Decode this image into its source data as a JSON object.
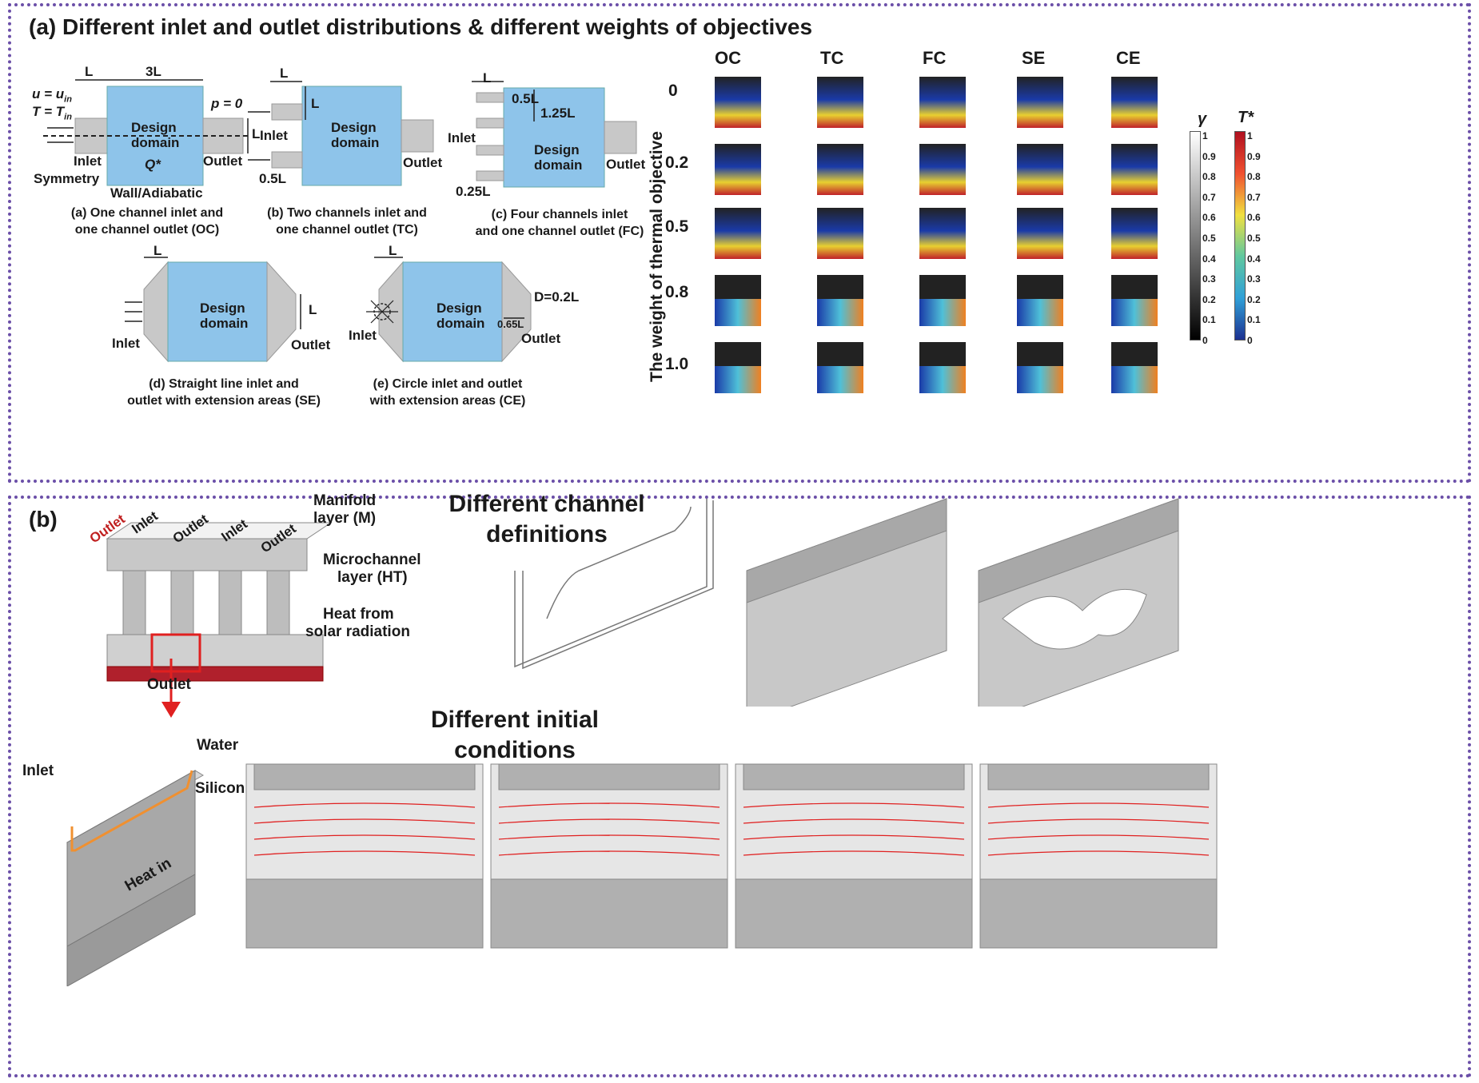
{
  "panel_a": {
    "title": "(a)  Different inlet and outlet distributions & different weights of objectives",
    "oc": {
      "len_L": "L",
      "len_3L": "3L",
      "len_L_right": "L",
      "inlet_u": "u = u",
      "inlet_u_sub": "in",
      "inlet_T": "T = T",
      "inlet_T_sub": "in",
      "p0": "p = 0",
      "domain1": "Design",
      "domain2": "domain",
      "q": "Q*",
      "inlet": "Inlet",
      "outlet": "Outlet",
      "symmetry": "Symmetry",
      "wall": "Wall/Adiabatic",
      "caption1": "(a) One channel inlet and",
      "caption2": "one channel outlet (OC)"
    },
    "tc": {
      "len_L": "L",
      "len_L_side": "L",
      "len_05L": "0.5L",
      "domain1": "Design",
      "domain2": "domain",
      "inlet": "Inlet",
      "outlet": "Outlet",
      "caption1": "(b) Two channels inlet and",
      "caption2": "one channel outlet (TC)"
    },
    "fc": {
      "len_L": "L",
      "len_05L": "0.5L",
      "len_125L": "1.25L",
      "len_025L": "0.25L",
      "domain1": "Design",
      "domain2": "domain",
      "inlet": "Inlet",
      "outlet": "Outlet",
      "caption1": "(c) Four channels inlet",
      "caption2": "and one channel outlet (FC)"
    },
    "se": {
      "len_L": "L",
      "len_L_side": "L",
      "domain1": "Design",
      "domain2": "domain",
      "inlet": "Inlet",
      "outlet": "Outlet",
      "caption1": "(d) Straight line inlet and",
      "caption2": "outlet with extension areas (SE)"
    },
    "ce": {
      "len_L": "L",
      "d_label": "D=0.2L",
      "len_065L": "0.65L",
      "domain1": "Design",
      "domain2": "domain",
      "inlet": "Inlet",
      "outlet": "Outlet",
      "caption1": "(e) Circle inlet and outlet",
      "caption2": "with extension areas (CE)"
    },
    "grid": {
      "columns": [
        "OC",
        "TC",
        "FC",
        "SE",
        "CE"
      ],
      "rows": [
        "0",
        "0.2",
        "0.5",
        "0.8",
        "1.0"
      ],
      "axis_label": "The weight of thermal objective"
    },
    "colorbars": {
      "gamma_symbol": "γ",
      "t_symbol": "T*",
      "gamma_ticks": [
        "1",
        "0.9",
        "0.8",
        "0.7",
        "0.6",
        "0.5",
        "0.4",
        "0.3",
        "0.2",
        "0.1",
        "0"
      ],
      "t_ticks": [
        "1",
        "0.9",
        "0.8",
        "0.7",
        "0.6",
        "0.5",
        "0.4",
        "0.3",
        "0.2",
        "0.1",
        "0"
      ]
    }
  },
  "panel_b": {
    "title": "(b)",
    "heat_sink": {
      "outlet_1": "Outlet",
      "inlet_1": "Inlet",
      "outlet_2": "Outlet",
      "inlet_2": "Inlet",
      "outlet_3": "Outlet",
      "manifold1": "Manifold",
      "manifold2": "layer (M)",
      "micro1": "Microchannel",
      "micro2": "layer (HT)",
      "heat1": "Heat from",
      "heat2": "solar radiation"
    },
    "unit_cell": {
      "outlet": "Outlet",
      "inlet": "Inlet",
      "water": "Water",
      "silicon": "Silicon",
      "heat_in": "Heat in"
    },
    "channel_defs_title1": "Different channel",
    "channel_defs_title2": "definitions",
    "initial_cond_title1": "Different initial",
    "initial_cond_title2": "conditions"
  },
  "colors": {
    "border": "#6b4fa8",
    "design_domain": "#8ec4ea",
    "channel_gray": "#c8c8c8",
    "streamline": "#e02020",
    "heat_layer": "#b0202c"
  }
}
